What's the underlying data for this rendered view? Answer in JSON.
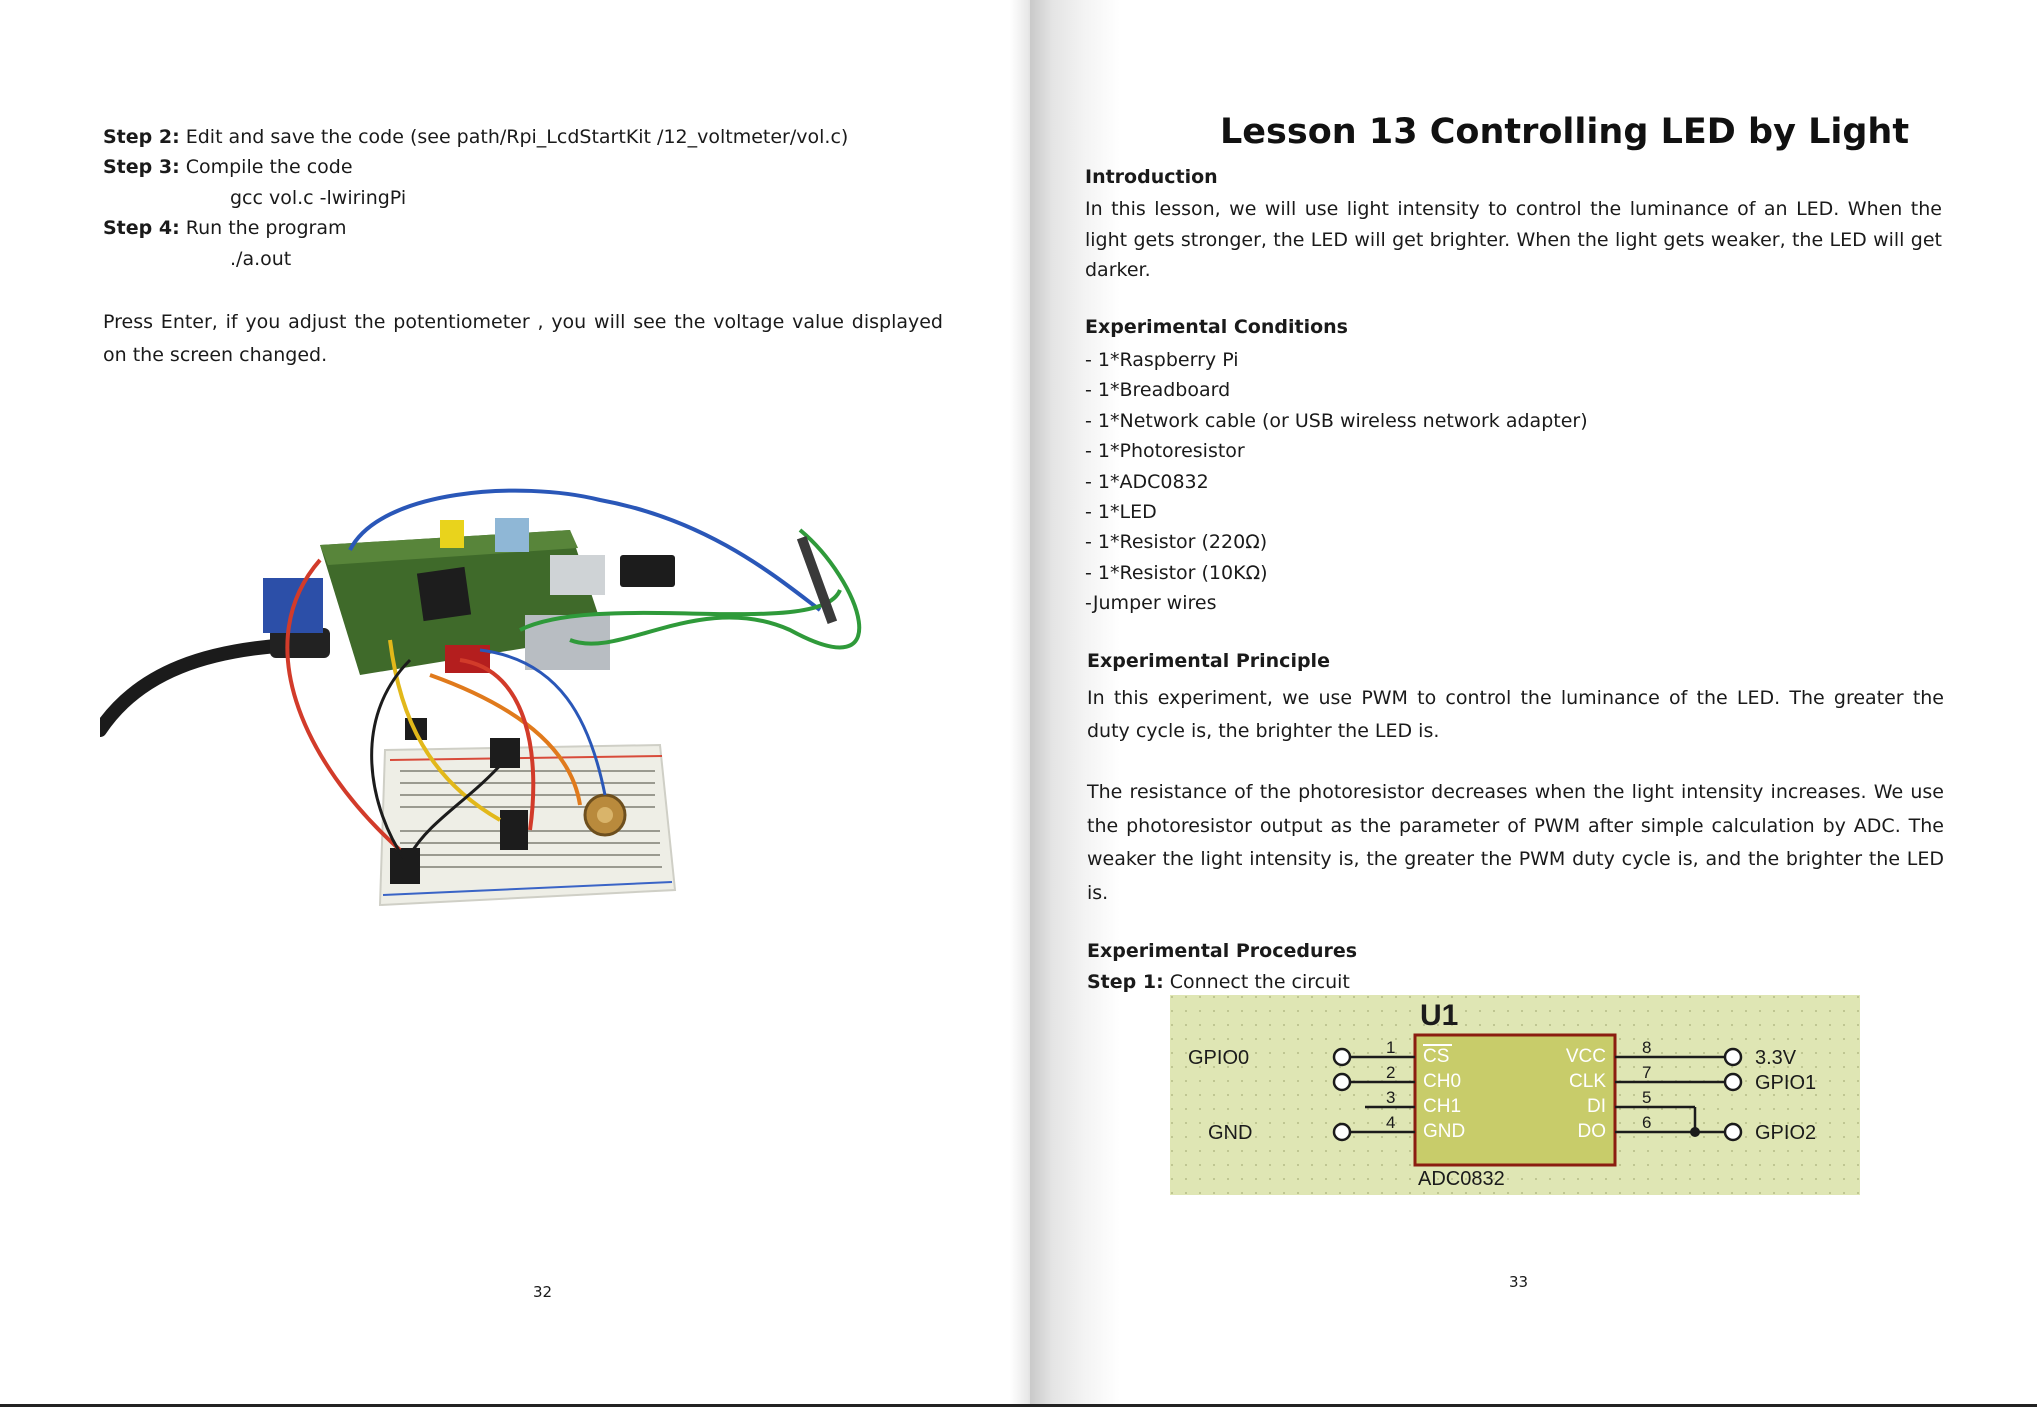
{
  "left_page": {
    "step2_label": "Step 2:",
    "step2_text": " Edit and save the code (see path/Rpi_LcdStartKit /12_voltmeter/vol.c)",
    "step3_label": "Step 3:",
    "step3_text": " Compile the code",
    "compile_cmd": "gcc  vol.c  -lwiringPi",
    "step4_label": "Step 4:",
    "step4_text": " Run the program",
    "run_cmd": "./a.out",
    "paragraph": "Press Enter, if you adjust the potentiometer , you will see the voltage value displayed on the screen changed.",
    "page_number": "32"
  },
  "right_page": {
    "title": "Lesson 13 Controlling LED by Light",
    "intro_heading": "Introduction",
    "intro_text": "In this lesson, we will use light intensity to control the luminance of an LED. When the light gets stronger, the LED will get brighter. When the light gets weaker, the LED will get darker.",
    "conditions_heading": "Experimental Conditions",
    "conditions": [
      "- 1*Raspberry Pi",
      "- 1*Breadboard",
      "- 1*Network cable (or USB wireless network adapter)",
      "- 1*Photoresistor",
      "- 1*ADC0832",
      "- 1*LED",
      "- 1*Resistor (220Ω)",
      "- 1*Resistor (10KΩ)",
      "-Jumper wires"
    ],
    "principle_heading": "Experimental Principle",
    "principle_p1": "In this experiment, we use PWM to control the luminance of the LED. The greater the duty cycle is, the brighter the LED is.",
    "principle_p2": "The resistance of the photoresistor decreases when the light intensity increases. We use the photoresistor output as the parameter of PWM after simple calculation by ADC. The weaker the light intensity is, the greater the PWM duty cycle is, and the brighter the LED is.",
    "procedures_heading": "Experimental Procedures",
    "step1_label": "Step 1:",
    "step1_text": " Connect the circuit",
    "page_number": "33"
  },
  "schematic": {
    "chip_ref": "U1",
    "chip_name": "ADC0832",
    "left_pins": [
      "CS",
      "CH0",
      "CH1",
      "GND"
    ],
    "left_pin_numbers": [
      "1",
      "2",
      "3",
      "4"
    ],
    "right_pins": [
      "VCC",
      "CLK",
      "DI",
      "DO"
    ],
    "right_pin_numbers": [
      "8",
      "7",
      "5",
      "6"
    ],
    "labels": {
      "gpio0": "GPIO0",
      "gnd": "GND",
      "v33": "3.3V",
      "gpio1": "GPIO1",
      "gpio2": "GPIO2"
    }
  },
  "colors": {
    "schematic_bg": "#dfe6b4",
    "chip_fill": "#c8cc6a",
    "chip_border": "#8b1c10",
    "wire_red": "#d23b2a",
    "wire_blue": "#2a57b8",
    "wire_green": "#2f9a3a",
    "wire_yellow": "#e2b81a",
    "wire_orange": "#e07a1c"
  }
}
